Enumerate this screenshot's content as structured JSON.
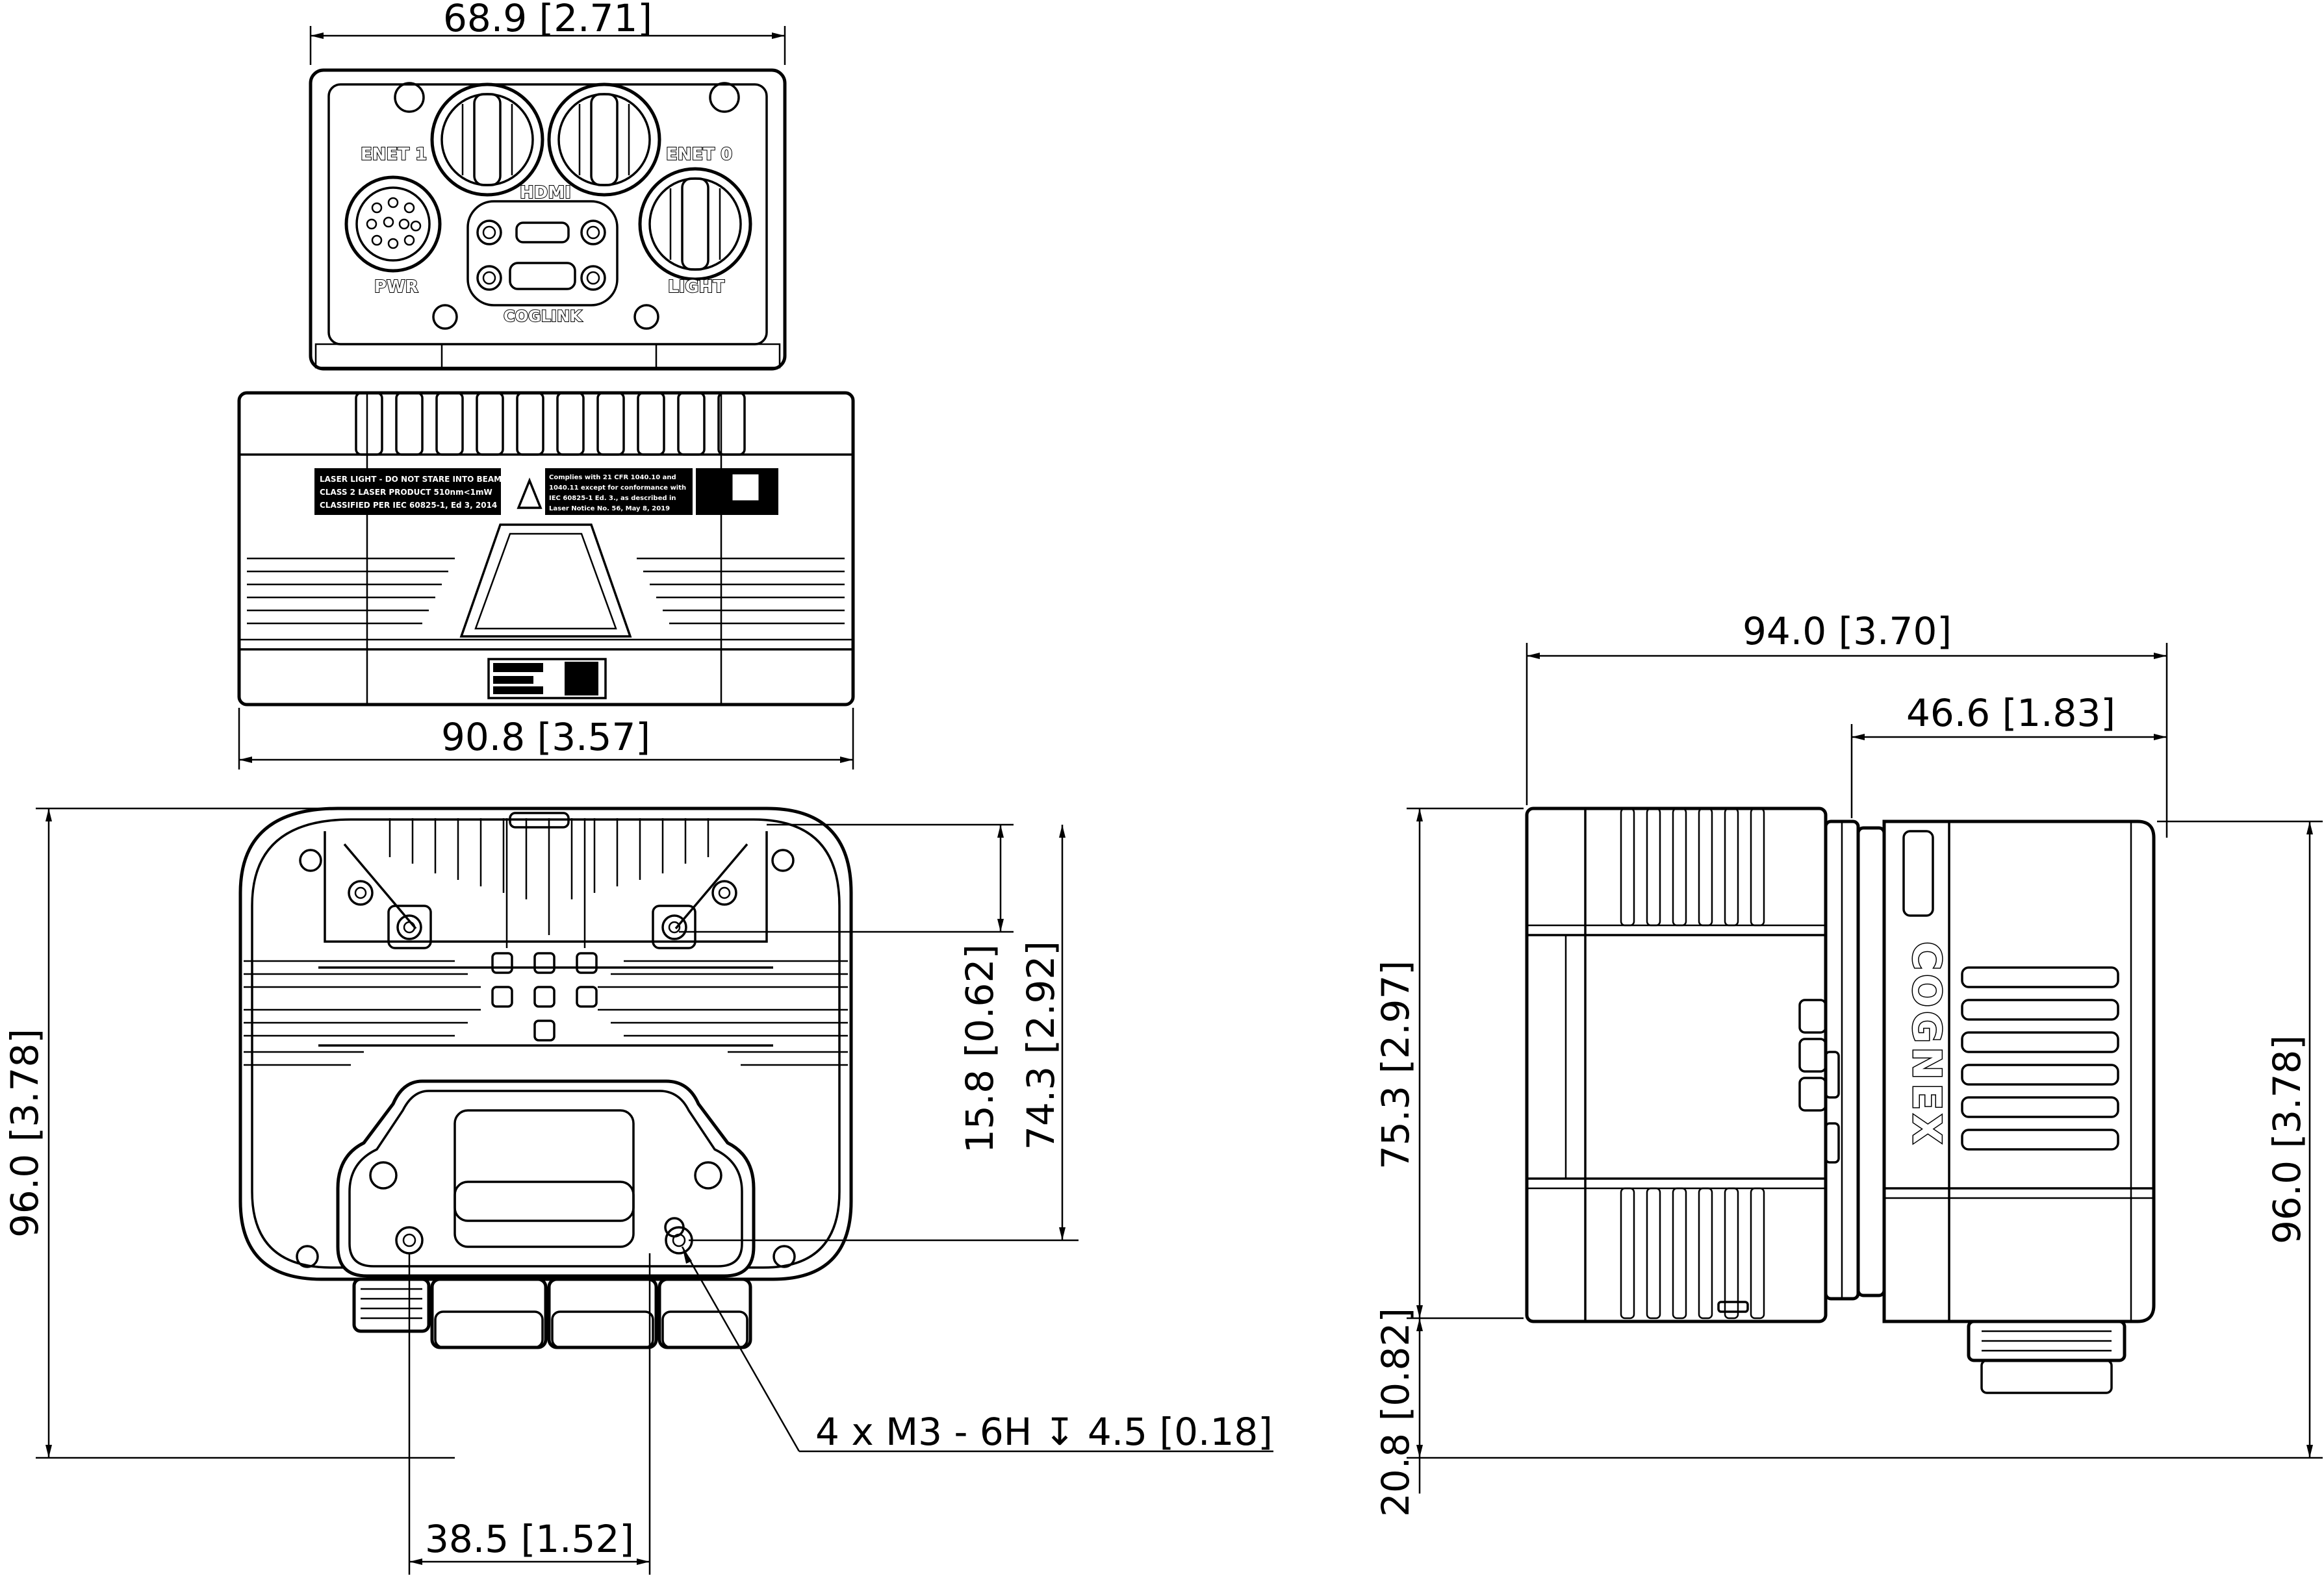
{
  "drawing": {
    "top_view": {
      "width_label": "68.9  [2.71]",
      "body_width_label": "90.8 [3.57]",
      "port_labels": {
        "enet1": "ENET 1",
        "enet0": "ENET 0",
        "hdmi": "HDMI",
        "pwr": "PWR",
        "light": "LIGHT",
        "coglink": "COGLINK"
      },
      "laser_label_lines": [
        "LASER LIGHT - DO NOT STARE INTO BEAM",
        "CLASS 2 LASER PRODUCT 510nm<1mW",
        "CLASSIFIED PER IEC 60825-1, Ed 3, 2014"
      ],
      "compliance_lines": [
        "Complies with 21 CFR 1040.10 and",
        "1040.11 except for conformance with",
        "IEC 60825-1 Ed. 3., as described in",
        "Laser Notice No. 56, May 8, 2019"
      ]
    },
    "front_view": {
      "height_label": "96.0 [3.78]",
      "hole_offset_label": "15.8 [0.62]",
      "hole_spacing_label": "74.3 [2.92]",
      "thread_callout": "4 x M3 - 6H ↧ 4.5 [0.18]",
      "hole_width_label": "38.5 [1.52]"
    },
    "side_view": {
      "depth_label": "94.0  [3.70]",
      "rear_depth_label": "46.6  [1.83]",
      "front_height_label": "75.3 [2.97]",
      "bottom_height_label": "20.8 [0.82]",
      "height_label": "96.0 [3.78]",
      "brand": "COGNEX"
    }
  }
}
